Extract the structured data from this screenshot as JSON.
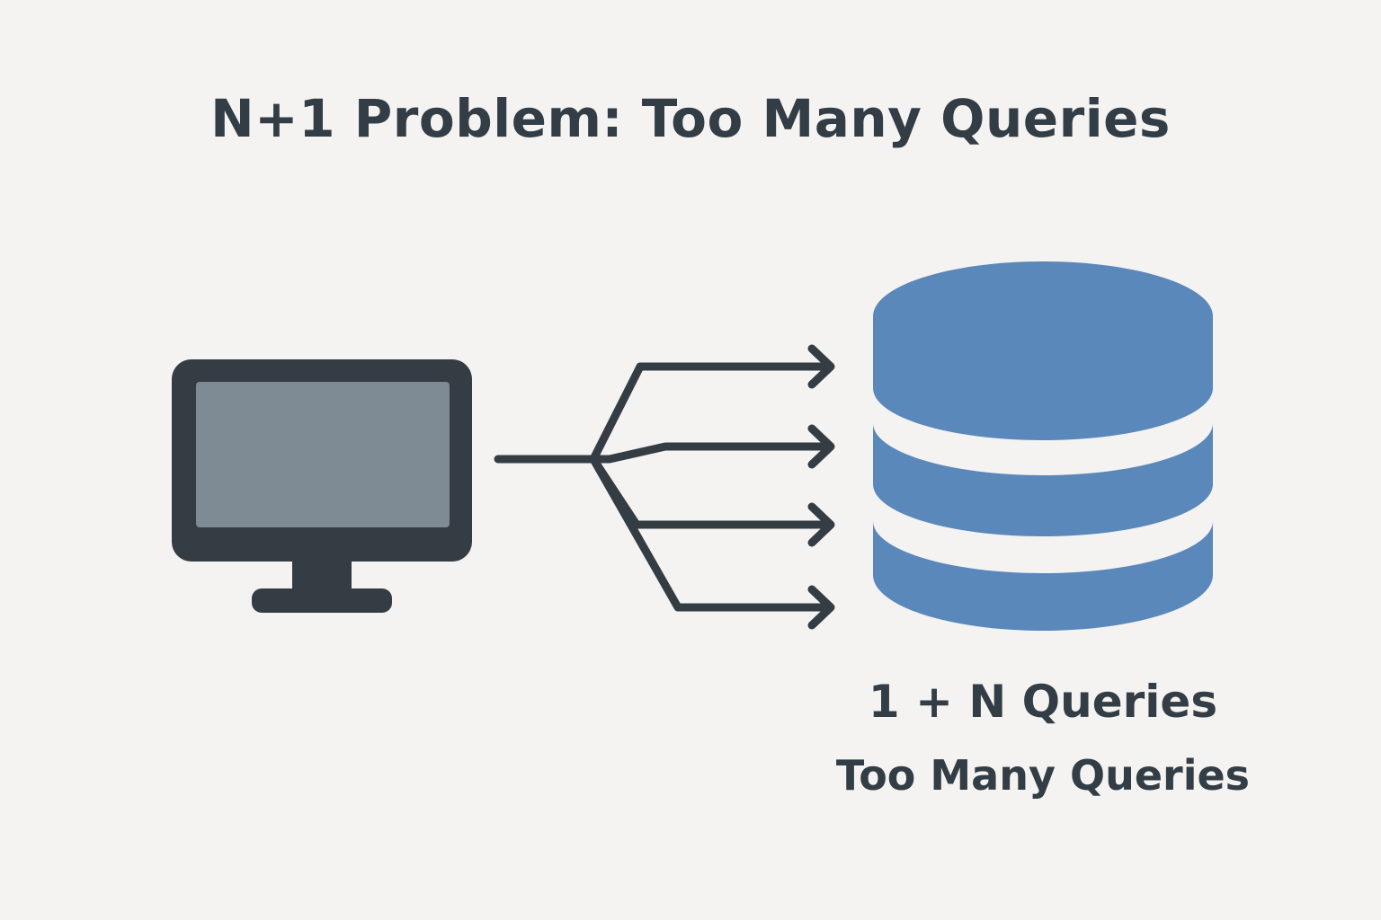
{
  "title": "N+1 Problem: Too Many Queries",
  "client": {
    "icon": "monitor-icon",
    "frame_color": "#343c44",
    "screen_color": "#7e8b95"
  },
  "connections": {
    "arrow_color": "#343c44",
    "arrow_count": 4
  },
  "database": {
    "icon": "database-icon",
    "color": "#5a88bb",
    "label_primary": "1 + N Queries",
    "label_secondary": "Too Many Queries"
  },
  "colors": {
    "background": "#f4f3f2",
    "text": "#333d45"
  }
}
